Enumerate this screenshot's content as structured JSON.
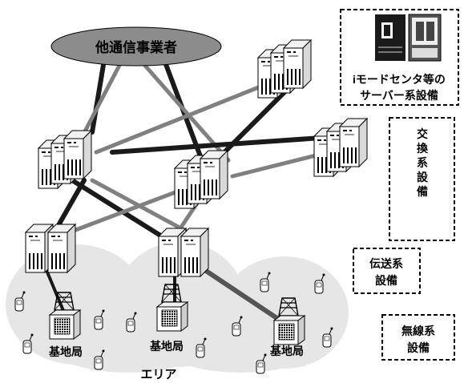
{
  "carrier_label": "他通信事業者",
  "legend": {
    "server_facility": [
      "iモードセンタ等の",
      "サーバー系設備"
    ],
    "switching_facility": [
      "交",
      "換",
      "系",
      "設",
      "備"
    ],
    "transmission_facility": [
      "伝送系",
      "設備"
    ],
    "wireless_facility": [
      "無線系",
      "設備"
    ]
  },
  "base_station_label": "基地局",
  "area_label": "エリア",
  "colors": {
    "ellipse_fill": "#8c8c8c",
    "area_fill": "#e6e6e6",
    "link_dark": "#1a1a1a",
    "link_gray": "#808080"
  }
}
